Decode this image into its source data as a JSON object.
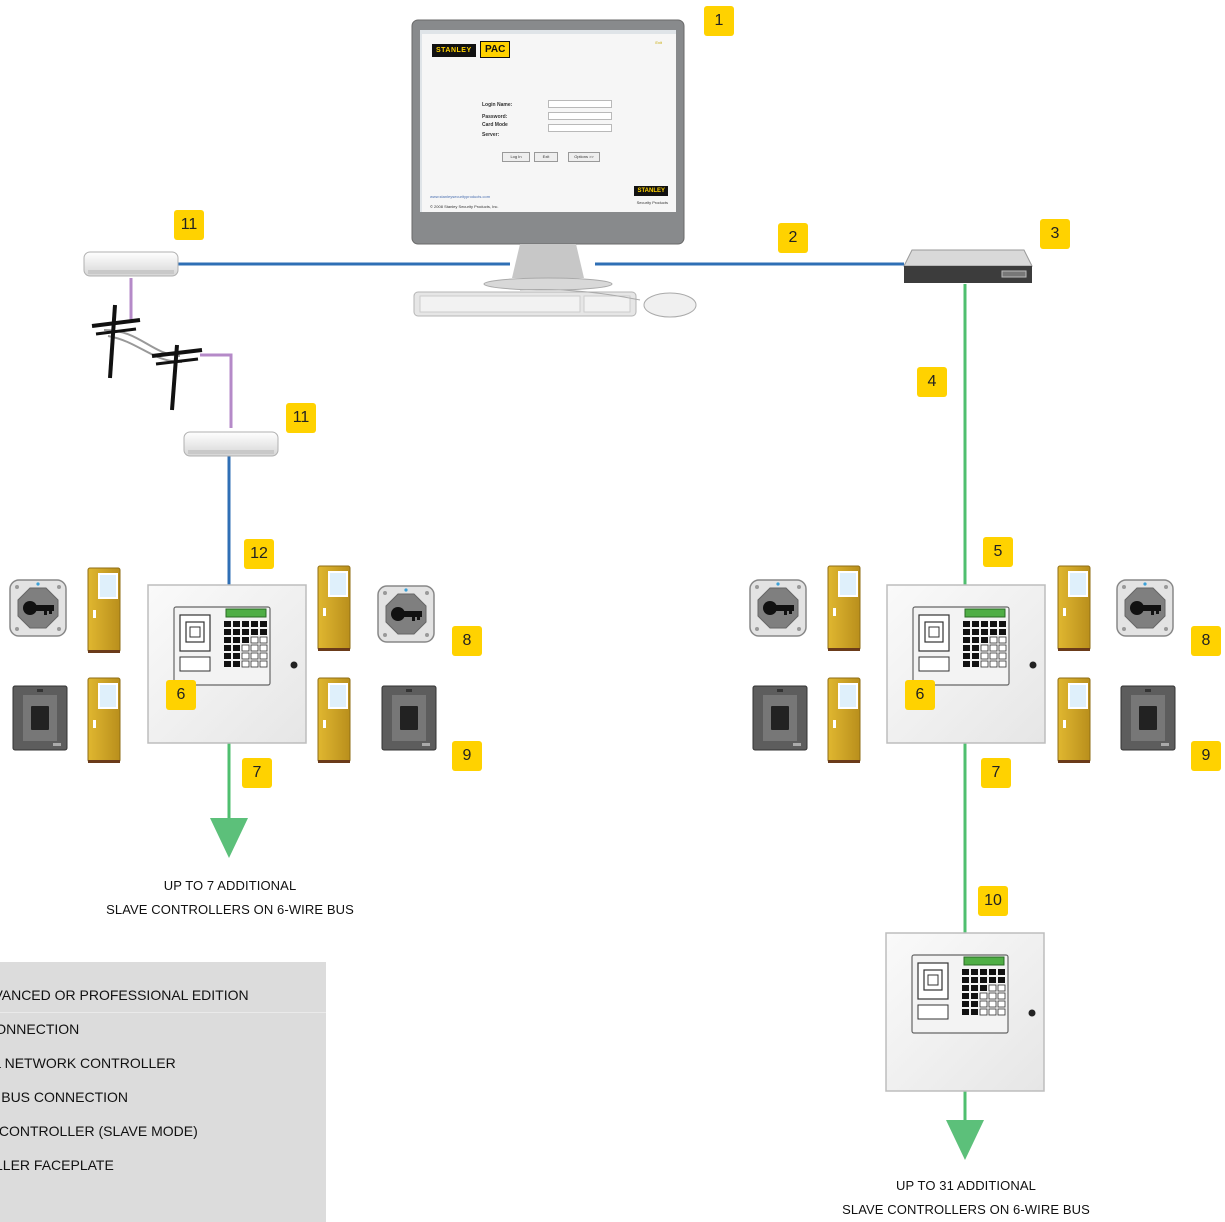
{
  "tags": {
    "t1": "1",
    "t2": "2",
    "t3": "3",
    "t4": "4",
    "t5": "5",
    "t6a": "6",
    "t6b": "6",
    "t7a": "7",
    "t7b": "7",
    "t8a": "8",
    "t8b": "8",
    "t9a": "9",
    "t9b": "9",
    "t10": "10",
    "t11a": "11",
    "t11b": "11",
    "t12": "12"
  },
  "captions": {
    "left_line1": "UP TO 7 ADDITIONAL",
    "left_line2": "SLAVE CONTROLLERS ON 6-WIRE BUS",
    "right_line1": "UP TO 31 ADDITIONAL",
    "right_line2": "SLAVE CONTROLLERS ON 6-WIRE BUS"
  },
  "legend": {
    "items": [
      "ADVANCED OR PROFESSIONAL EDITION",
      "L CONNECTION",
      "RAL NETWORK CONTROLLER",
      "IRE BUS CONNECTION",
      "OR CONTROLLER (SLAVE MODE)",
      "ROLLER FACEPLATE"
    ]
  },
  "login_screen": {
    "brand_left": "STANLEY",
    "brand_right": "PAC",
    "exit": "Exit",
    "login_name": "Login Name:",
    "password": "Password:",
    "card_mode": "Card Mode",
    "server": "Server:",
    "log_in": "Log In",
    "exit_button": "Exit",
    "options": "Options >>",
    "website": "www.stanleysecurityproducts.com",
    "copyright": "© 2008 Stanley Security Products, Inc.",
    "brand_footer": "STANLEY",
    "brand_footer_sub": "Security Products"
  },
  "colors": {
    "tag": "#ffd200",
    "ethernet": "#2f6fb5",
    "bus": "#4fbf6f",
    "phone": "#b58ac8",
    "door": "#c9a227",
    "legend_bg": "#dcdcdc"
  }
}
